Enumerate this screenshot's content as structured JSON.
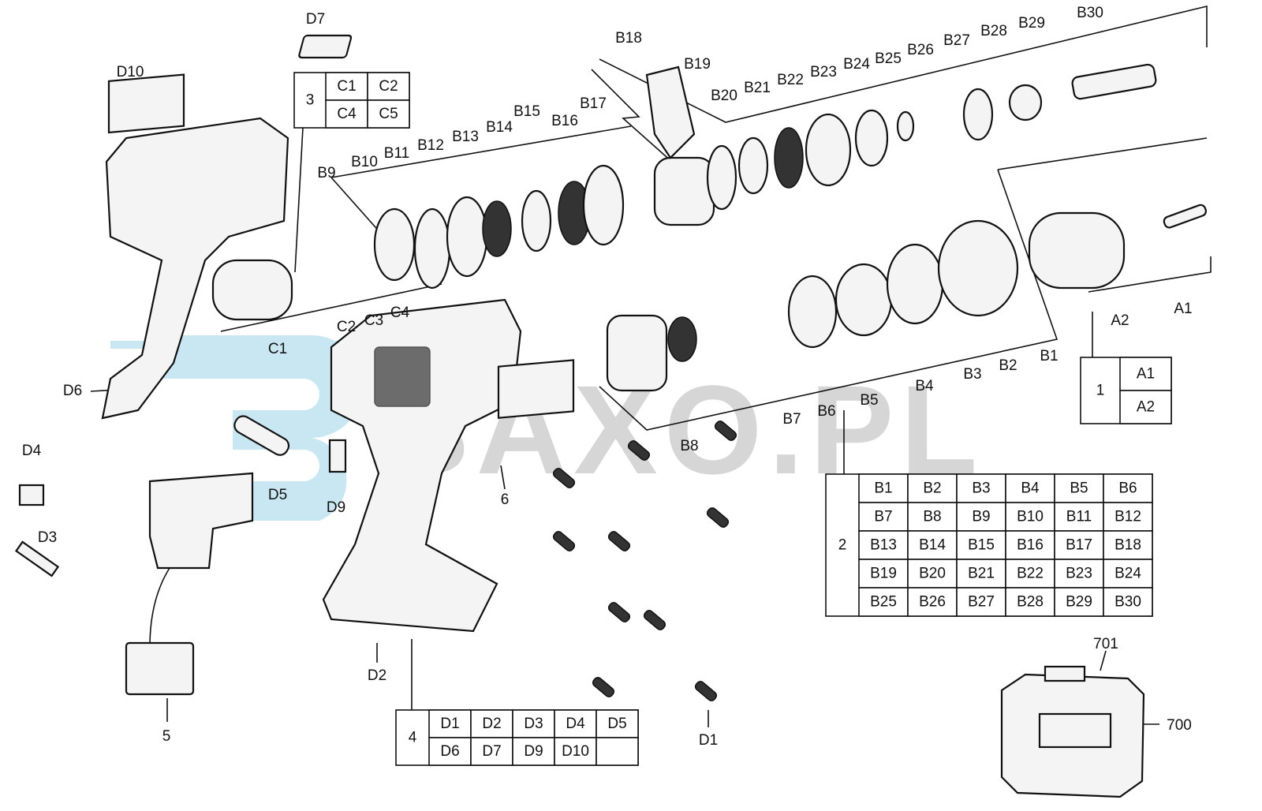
{
  "diagram": {
    "callouts": [
      "D7",
      "D10",
      "B18",
      "B19",
      "B20",
      "B21",
      "B22",
      "B23",
      "B24",
      "B25",
      "B26",
      "B27",
      "B28",
      "B29",
      "B30",
      "B17",
      "B16",
      "B15",
      "B14",
      "B13",
      "B12",
      "B11",
      "B10",
      "B9",
      "C2",
      "C3",
      "C4",
      "C1",
      "D6",
      "A2",
      "A1",
      "B1",
      "B2",
      "B3",
      "B4",
      "B5",
      "B6",
      "B7",
      "B8",
      "D4",
      "D3",
      "D5",
      "D9",
      "6",
      "5",
      "D2",
      "D1",
      "701",
      "700"
    ],
    "tables": [
      {
        "group": "3",
        "rows": [
          [
            "C1",
            "C2"
          ],
          [
            "C4",
            "C5"
          ]
        ]
      },
      {
        "group": "1",
        "rows": [
          [
            "A1"
          ],
          [
            "A2"
          ]
        ]
      },
      {
        "group": "2",
        "rows": [
          [
            "B1",
            "B2",
            "B3",
            "B4",
            "B5",
            "B6"
          ],
          [
            "B7",
            "B8",
            "B9",
            "B10",
            "B11",
            "B12"
          ],
          [
            "B13",
            "B14",
            "B15",
            "B16",
            "B17",
            "B18"
          ],
          [
            "B19",
            "B20",
            "B21",
            "B22",
            "B23",
            "B24"
          ],
          [
            "B25",
            "B26",
            "B27",
            "B28",
            "B29",
            "B30"
          ]
        ]
      },
      {
        "group": "4",
        "rows": [
          [
            "D1",
            "D2",
            "D3",
            "D4",
            "D5"
          ],
          [
            "D6",
            "D7",
            "D9",
            "D10",
            ""
          ]
        ]
      }
    ],
    "watermark": "BAXO.PL",
    "colors": {
      "watermark_logo": "#bfe3f0",
      "watermark_text": "#c4c4c4",
      "lines": "#111111"
    }
  }
}
